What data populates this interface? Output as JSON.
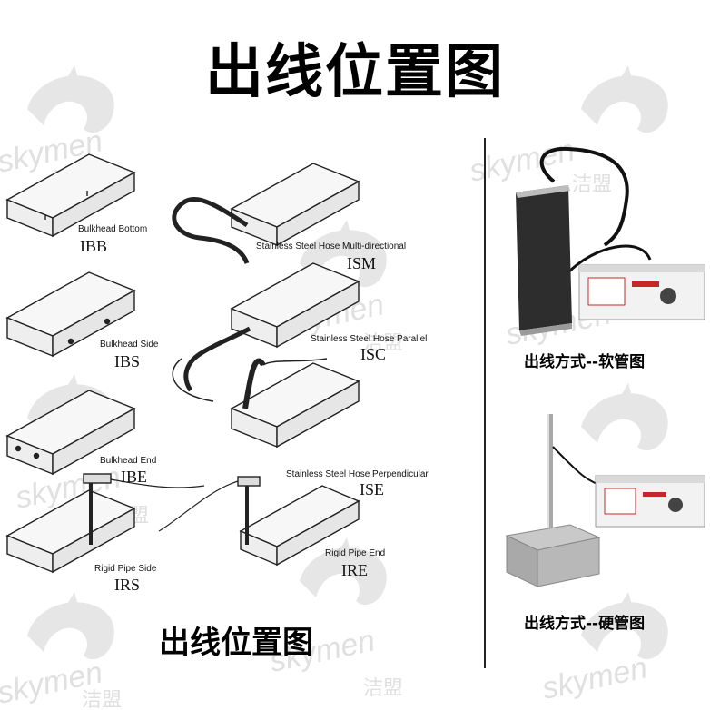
{
  "title": "出线位置图",
  "left_caption": "出线位置图",
  "watermark": {
    "brand": "skymen",
    "chinese": "洁盟",
    "color": "#e2e2e2"
  },
  "diagrams": [
    {
      "id": "ibb",
      "name": "Bulkhead Bottom",
      "code": "IBB"
    },
    {
      "id": "ism",
      "name": "Stainless Steel Hose Multi-directional",
      "code": "ISM"
    },
    {
      "id": "ibs",
      "name": "Bulkhead Side",
      "code": "IBS"
    },
    {
      "id": "isc",
      "name": "Stainless Steel Hose Parallel",
      "code": "ISC"
    },
    {
      "id": "ibe",
      "name": "Bulkhead End",
      "code": "IBE"
    },
    {
      "id": "ise",
      "name": "Stainless Steel Hose Perpendicular",
      "code": "ISE"
    },
    {
      "id": "irs",
      "name": "Rigid Pipe Side",
      "code": "IRS"
    },
    {
      "id": "ire",
      "name": "Rigid Pipe End",
      "code": "IRE"
    }
  ],
  "photos": [
    {
      "id": "hose",
      "caption": "出线方式--软管图"
    },
    {
      "id": "rigid",
      "caption": "出线方式--硬管图"
    }
  ]
}
